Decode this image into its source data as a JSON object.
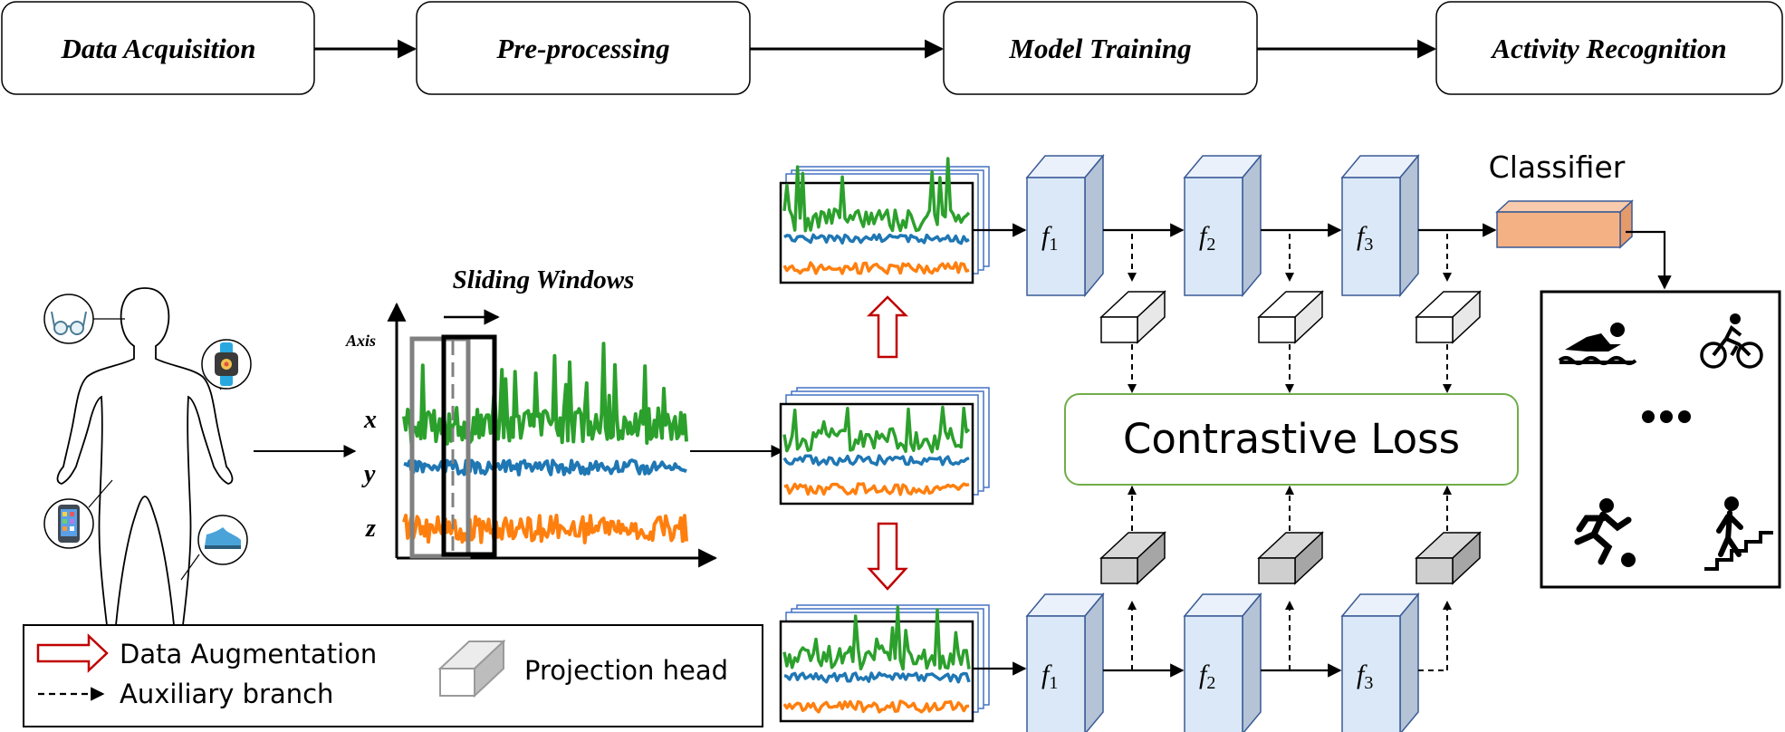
{
  "pipeline": {
    "step1": "Data Acquisition",
    "step2": "Pre-processing",
    "step3": "Model Training",
    "step4": "Activity Recognition"
  },
  "window_plot": {
    "title": "Sliding Windows",
    "axis_label": "Axis",
    "axes": [
      "x",
      "y",
      "z"
    ]
  },
  "encoder": {
    "f": "f",
    "sub1": "1",
    "sub2": "2",
    "sub3": "3"
  },
  "classifier_label": "Classifier",
  "loss_label": "Contrastive Loss",
  "legend": {
    "augmentation": "Data Augmentation",
    "auxiliary": "Auxiliary branch",
    "projection": "Projection head"
  },
  "colors": {
    "green": "#2ca02c",
    "blue": "#1f77b4",
    "orange": "#ff7f0e",
    "block_face": "#dae8f7",
    "block_edge": "#3a5a96",
    "classifier": "#f4b183",
    "loss_border": "#70ad47",
    "augment_arrow": "#c00000"
  },
  "icons": [
    "glasses-icon",
    "smartwatch-icon",
    "smartphone-icon",
    "shoe-icon",
    "swimming-icon",
    "cycling-icon",
    "soccer-icon",
    "stairs-icon"
  ]
}
